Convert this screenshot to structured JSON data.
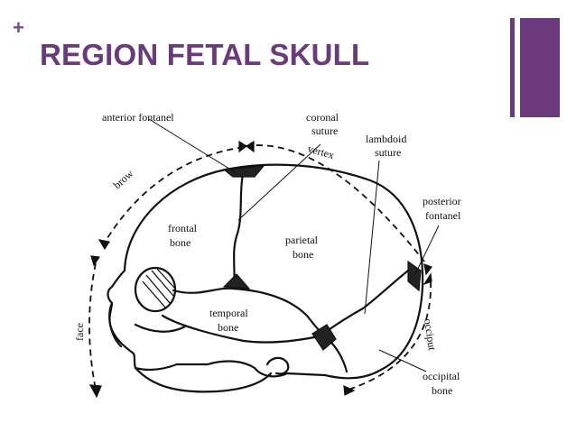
{
  "slide": {
    "plus_symbol": "+",
    "title": "REGION FETAL SKULL",
    "accent_color": "#6b3a7d"
  },
  "diagram": {
    "labels": {
      "anterior_fontanel": "anterior fontanel",
      "coronal_suture_1": "coronal",
      "coronal_suture_2": "suture",
      "lambdoid_suture_1": "lambdoid",
      "lambdoid_suture_2": "suture",
      "posterior_fontanel_1": "posterior",
      "posterior_fontanel_2": "fontanel",
      "frontal_bone_1": "frontal",
      "frontal_bone_2": "bone",
      "parietal_bone_1": "parietal",
      "parietal_bone_2": "bone",
      "temporal_bone_1": "temporal",
      "temporal_bone_2": "bone",
      "occipital_bone_1": "occipital",
      "occipital_bone_2": "bone",
      "vertex": "vertex",
      "brow": "brow",
      "face": "face",
      "occiput": "occiput"
    }
  }
}
